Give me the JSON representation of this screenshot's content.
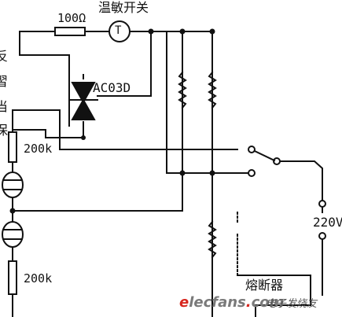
{
  "labels": {
    "resistor_top": "100Ω",
    "thermo_switch": "温敏开关",
    "thermo_symbol": "T",
    "triac": "AC03D",
    "resistor_left_1": "200k",
    "resistor_left_2": "200k",
    "voltage": "220V",
    "fuse": "熔断器"
  },
  "side_text": [
    "反",
    "習",
    "当",
    "保"
  ],
  "watermark": {
    "brand_e": "e",
    "brand_rest": "lecfans",
    "brand_dot": ".",
    "brand_com": "com",
    "cn": "电子发烧友"
  },
  "colors": {
    "line": "#111111",
    "watermark_red": "#d7261e",
    "watermark_gray": "#7a7a7a"
  }
}
